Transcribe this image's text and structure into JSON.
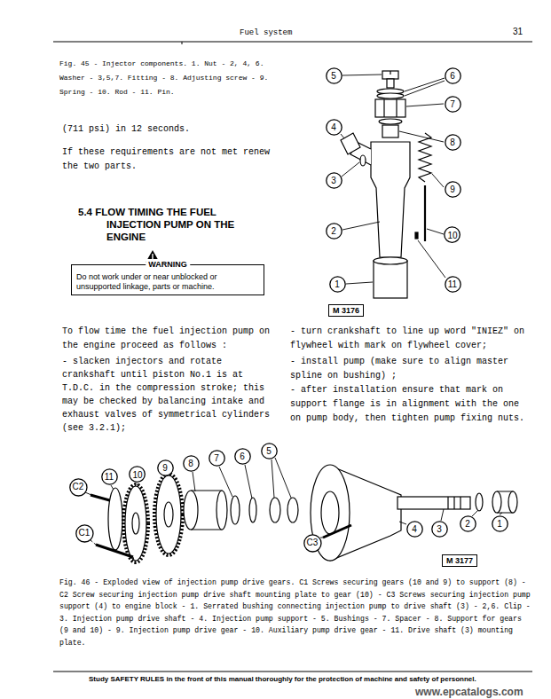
{
  "diagram": {
    "nodes": [
      {
        "text": [
          "5"
        ]
      },
      {
        "text": [
          "6"
        ]
      },
      {
        "text": [
          "7"
        ]
      },
      {
        "text": [
          "4"
        ]
      },
      {
        "text": [
          "8"
        ]
      },
      {
        "text": [
          "3"
        ]
      },
      {
        "text": [
          "9"
        ]
      },
      {
        "text": [
          "2"
        ]
      },
      {
        "text": [
          "10"
        ]
      },
      {
        "text": [
          "1"
        ]
      },
      {
        "text": [
          "11"
        ]
      },
      {
        "text": [
          "M 3176"
        ]
      },
      {
        "text": [
          "WARNING",
          "Do not work under or near unblocked or unsupported linkage, parts or machine."
        ]
      },
      {
        "text": [
          "C2"
        ]
      },
      {
        "text": [
          "11"
        ]
      },
      {
        "text": [
          "10"
        ]
      },
      {
        "text": [
          "9"
        ]
      },
      {
        "text": [
          "8"
        ]
      },
      {
        "text": [
          "7"
        ]
      },
      {
        "text": [
          "6"
        ]
      },
      {
        "text": [
          "5"
        ]
      },
      {
        "text": [
          "4"
        ]
      },
      {
        "text": [
          "3"
        ]
      },
      {
        "text": [
          "2"
        ]
      },
      {
        "text": [
          "1"
        ]
      },
      {
        "text": [
          "C1"
        ]
      },
      {
        "text": [
          "C3"
        ]
      },
      {
        "text": [
          "M 3177"
        ]
      }
    ],
    "labels": [
      "Fuel system",
      "31",
      "Fig. 45 - Injector components. 1. Nut - 2, 4, 6. Washer - 3,5,7. Fitting - 8. Adjusting screw - 9. Spring - 10. Rod - 11. Pin.",
      "(711 psi) in 12 seconds.",
      "If these requirements are not met renew the two parts.",
      "5.4 FLOW TIMING THE FUEL INJECTION PUMP ON THE ENGINE",
      "To flow time the fuel injection pump on the engine proceed as follows :",
      "- slacken injectors and rotate crankshaft until piston No.1 is at T.D.C. in the compression stroke; this may be checked by balancing intake and exhaust valves of symmetrical cylinders (see 3.2.1);",
      "- turn crankshaft to line up word \"INIEZ\" on flywheel with mark on flywheel cover;",
      "- install pump (make sure to align master spline on bushing) ;",
      "- after installation ensure that mark on support flange is in alignment with the one on pump body, then tighten pump fixing nuts.",
      "Fig. 46 - Exploded view of injection pump drive gears. C1 Screws securing gears (10 and 9) to support (8) - C2 Screw securing injection pump drive shaft mounting plate to gear (10) - C3 Screws securing injection pump support (4) to engine block - 1. Serrated bushing connecting injection pump to drive shaft (3) - 2,6. Clip - 3. Injection pump drive shaft - 4. Injection pump support - 5. Bushings - 7. Spacer - 8. Support for gears (9 and 10) - 9. Injection pump drive gear - 10. Auxiliary pump drive gear - 11. Drive shaft (3) mounting plate.",
      "Study SAFETY RULES in the front of this manual thoroughly for the protection of machine and safety of personnel.",
      "www.epcatalogs.com"
    ]
  }
}
